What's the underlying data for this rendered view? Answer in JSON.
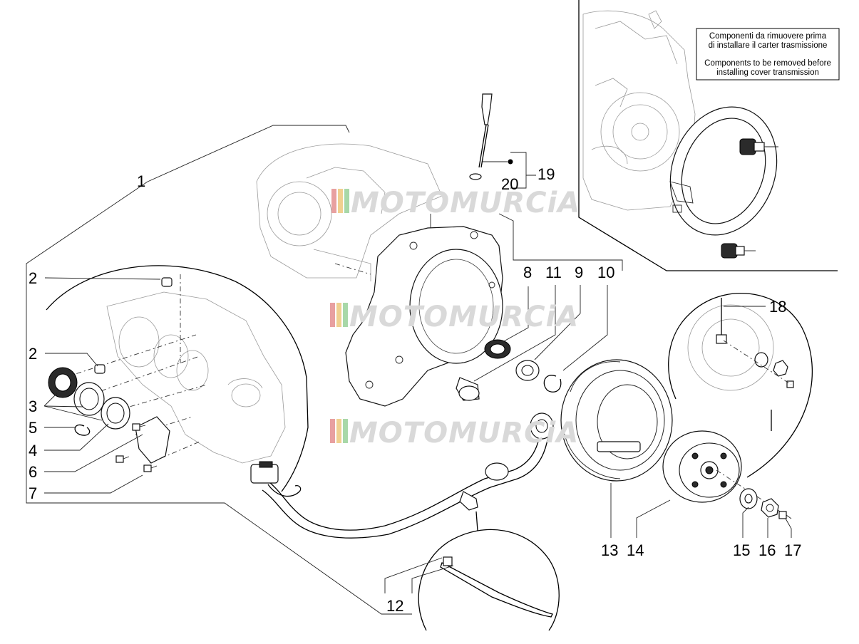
{
  "diagram": {
    "part_labels": {
      "p1": "1",
      "p2a": "2",
      "p2b": "2",
      "p3": "3",
      "p4": "4",
      "p5": "5",
      "p6": "6",
      "p7": "7",
      "p8": "8",
      "p9": "9",
      "p10": "10",
      "p11": "11",
      "p12": "12",
      "p13": "13",
      "p14": "14",
      "p15": "15",
      "p16": "16",
      "p17": "17",
      "p18": "18",
      "p19": "19",
      "p20": "20"
    },
    "note": {
      "it_line1": "Componenti da rimuovere prima",
      "it_line2": "di installare il carter trasmissione",
      "en_line1": "Components to be removed before",
      "en_line2": "installing cover transmission"
    },
    "watermark": {
      "text": "MOTOMURCiA",
      "stripe_colors": [
        "#e8a0a0",
        "#f0d090",
        "#a8d8a8"
      ]
    }
  }
}
